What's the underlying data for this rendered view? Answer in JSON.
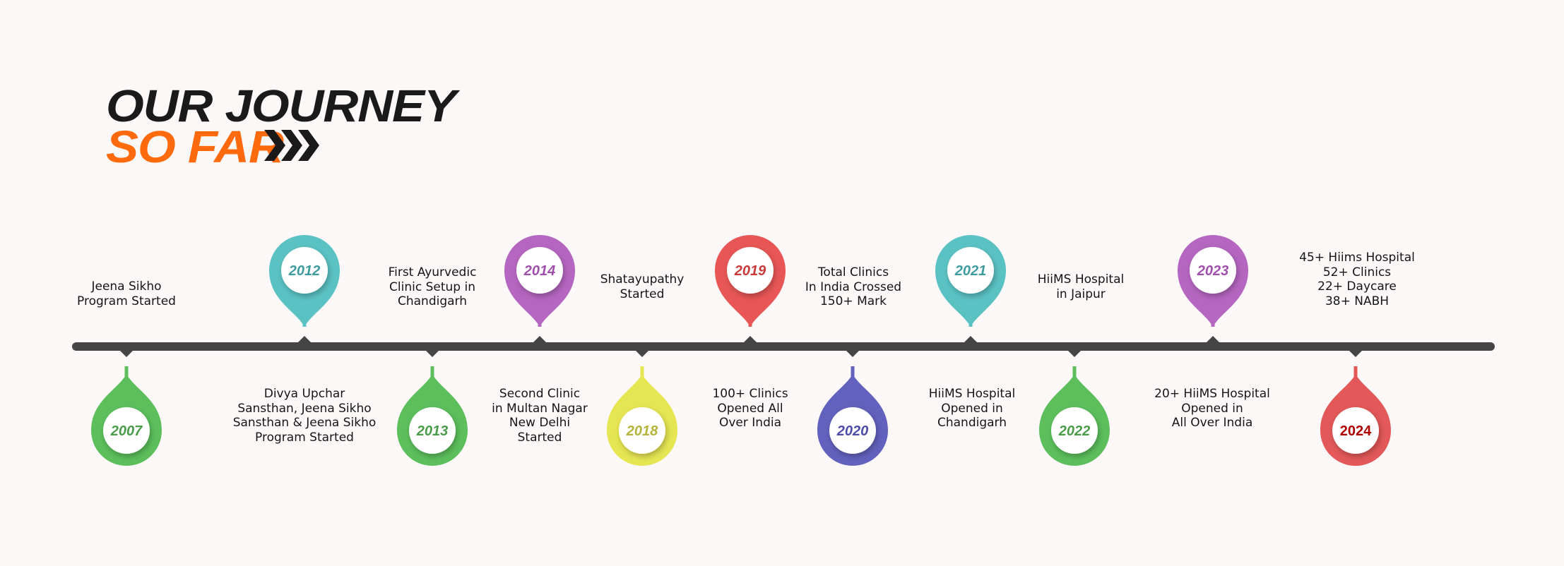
{
  "heading": {
    "line1": "OUR JOURNEY",
    "line2": "SO FAR",
    "accent_color": "#ff6a0c"
  },
  "milestones": [
    {
      "year": "2007",
      "side": "below",
      "color": "#5cbf5c",
      "text_color": "#4a9c4a",
      "text": "Jeena Sikho\nProgram Started"
    },
    {
      "year": "2012",
      "side": "above",
      "color": "#5bc2c4",
      "text_color": "#3f9c9e",
      "text": "Divya Upchar\nSansthan, Jeena Sikho\nSansthan & Jeena Sikho\nProgram Started"
    },
    {
      "year": "2013",
      "side": "below",
      "color": "#5cbf5c",
      "text_color": "#4a9c4a",
      "text": "First Ayurvedic\nClinic Setup in\nChandigarh"
    },
    {
      "year": "2014",
      "side": "above",
      "color": "#b566c0",
      "text_color": "#a050ac",
      "text": "Second Clinic\nin Multan Nagar\nNew Delhi\nStarted"
    },
    {
      "year": "2018",
      "side": "below",
      "color": "#e6e552",
      "text_color": "#b5b43a",
      "text": "Shatayupathy\nStarted"
    },
    {
      "year": "2019",
      "side": "above",
      "color": "#e85656",
      "text_color": "#c83a3a",
      "text": "100+ Clinics\nOpened All\nOver India"
    },
    {
      "year": "2020",
      "side": "below",
      "color": "#6261bd",
      "text_color": "#4d4ca8",
      "text": "Total Clinics\nIn India Crossed\n150+ Mark"
    },
    {
      "year": "2021",
      "side": "above",
      "color": "#5bc2c4",
      "text_color": "#3f9c9e",
      "text": "HiiMS Hospital\nOpened in\nChandigarh"
    },
    {
      "year": "2022",
      "side": "below",
      "color": "#5cbf5c",
      "text_color": "#4a9c4a",
      "text": "HiiMS Hospital\nin Jaipur"
    },
    {
      "year": "2023",
      "side": "above",
      "color": "#b566c0",
      "text_color": "#a050ac",
      "text": "20+ HiiMS Hospital\nOpened in\nAll Over India"
    },
    {
      "year": "2024",
      "side": "below",
      "color": "#e35858",
      "text_color": "#b00000",
      "text": "45+ Hiims Hospital\n52+ Clinics\n22+ Daycare\n38+ NABH"
    }
  ]
}
